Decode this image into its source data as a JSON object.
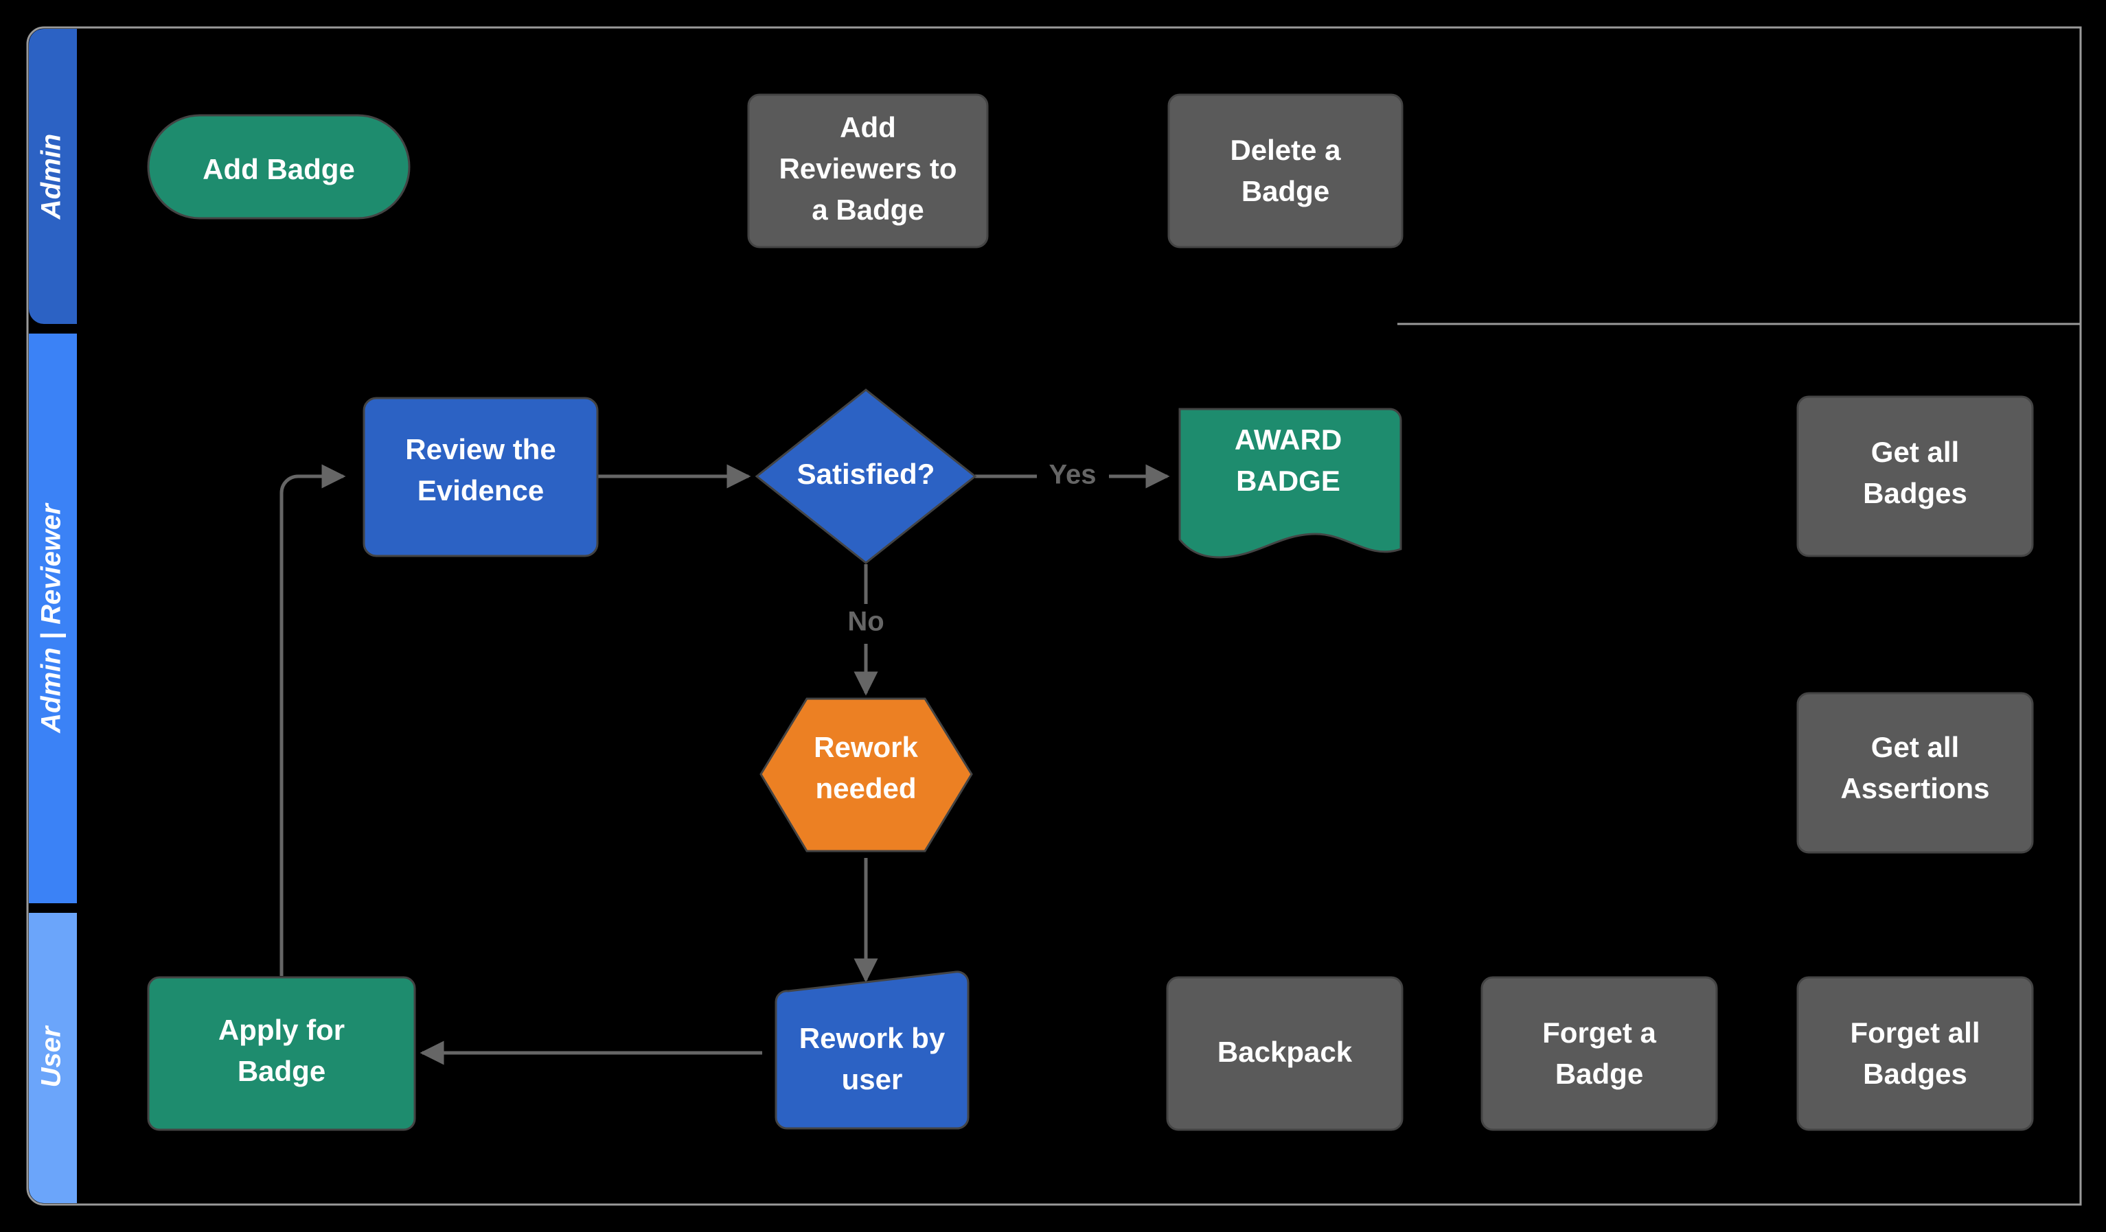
{
  "diagram": {
    "type": "swimlane-flowchart",
    "background_color": "#000000",
    "pool_border_color": "#9a9a9a",
    "edge_color": "#666666",
    "lanes": [
      {
        "id": "admin",
        "label": "Admin",
        "color": "#2c62c4"
      },
      {
        "id": "admin_reviewer",
        "label": "Admin | Reviewer",
        "color": "#3b82f6"
      },
      {
        "id": "user",
        "label": "User",
        "color": "#6ba5fa"
      }
    ],
    "nodes": [
      {
        "id": "add_badge",
        "label": "Add Badge",
        "shape": "stadium",
        "color": "#1e8c6e",
        "lane": "admin"
      },
      {
        "id": "add_reviewers",
        "label": "Add\nReviewers to\na Badge",
        "shape": "rect",
        "color": "#5a5a5a",
        "lane": "admin"
      },
      {
        "id": "delete_badge",
        "label": "Delete a\nBadge",
        "shape": "rect",
        "color": "#5a5a5a",
        "lane": "admin"
      },
      {
        "id": "review_evidence",
        "label": "Review the\nEvidence",
        "shape": "rect",
        "color": "#2c62c4",
        "lane": "admin_reviewer"
      },
      {
        "id": "satisfied",
        "label": "Satisfied?",
        "shape": "diamond",
        "color": "#2c62c4",
        "lane": "admin_reviewer"
      },
      {
        "id": "award_badge",
        "label": "AWARD\nBADGE",
        "shape": "document",
        "color": "#1e8c6e",
        "lane": "admin_reviewer"
      },
      {
        "id": "get_all_badges",
        "label": "Get all\nBadges",
        "shape": "rect",
        "color": "#5a5a5a",
        "lane": "admin_reviewer"
      },
      {
        "id": "rework_needed",
        "label": "Rework\nneeded",
        "shape": "hexagon",
        "color": "#ec8023",
        "lane": "admin_reviewer"
      },
      {
        "id": "get_all_assert",
        "label": "Get all\nAssertions",
        "shape": "rect",
        "color": "#5a5a5a",
        "lane": "admin_reviewer"
      },
      {
        "id": "apply_badge",
        "label": "Apply for\nBadge",
        "shape": "rect",
        "color": "#1e8c6e",
        "lane": "user"
      },
      {
        "id": "rework_by_user",
        "label": "Rework by\nuser",
        "shape": "trapezoid",
        "color": "#2c62c4",
        "lane": "user"
      },
      {
        "id": "backpack",
        "label": "Backpack",
        "shape": "rect",
        "color": "#5a5a5a",
        "lane": "user"
      },
      {
        "id": "forget_a_badge",
        "label": "Forget a\nBadge",
        "shape": "rect",
        "color": "#5a5a5a",
        "lane": "user"
      },
      {
        "id": "forget_all",
        "label": "Forget all\nBadges",
        "shape": "rect",
        "color": "#5a5a5a",
        "lane": "user"
      }
    ],
    "edges": [
      {
        "from": "apply_badge",
        "to": "review_evidence",
        "label": ""
      },
      {
        "from": "review_evidence",
        "to": "satisfied",
        "label": ""
      },
      {
        "from": "satisfied",
        "to": "award_badge",
        "label": "Yes"
      },
      {
        "from": "satisfied",
        "to": "rework_needed",
        "label": "No"
      },
      {
        "from": "rework_needed",
        "to": "rework_by_user",
        "label": ""
      },
      {
        "from": "rework_by_user",
        "to": "apply_badge",
        "label": ""
      }
    ],
    "edge_labels": {
      "yes": "Yes",
      "no": "No"
    }
  }
}
